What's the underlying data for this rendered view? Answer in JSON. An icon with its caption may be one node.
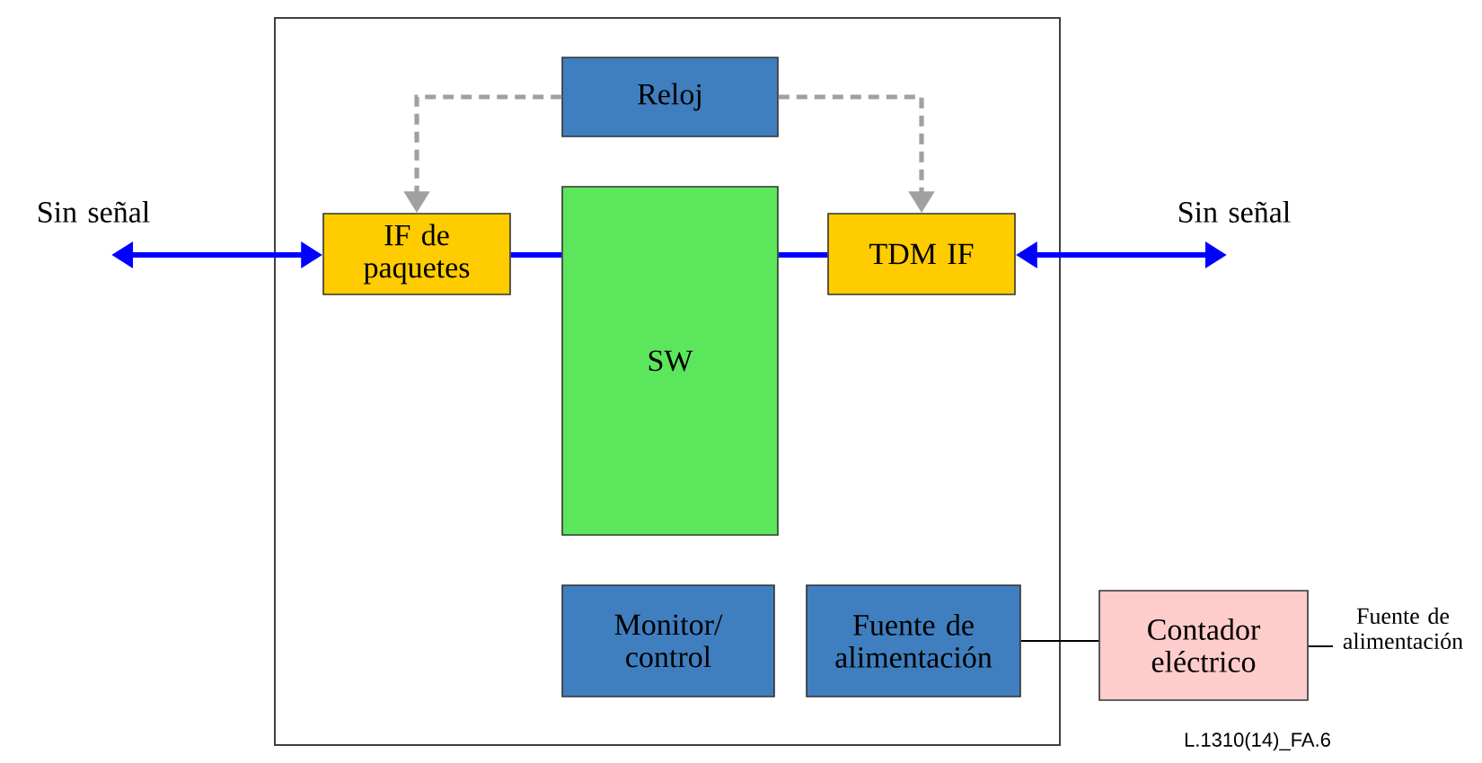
{
  "diagram": {
    "nodes": [
      {
        "text": [],
        "shape": "box"
      },
      {
        "text": [
          "Reloj"
        ],
        "in": 0
      },
      {
        "text": [
          "IF de paquetes"
        ],
        "in": 0
      },
      {
        "text": [
          "SW"
        ],
        "in": 0
      },
      {
        "text": [
          "TDM IF"
        ],
        "in": 0
      },
      {
        "text": [
          "Monitor/ control"
        ],
        "in": 0
      },
      {
        "text": [
          "Fuente de alimentación"
        ],
        "in": 0
      },
      {
        "text": [
          "Contador eléctrico"
        ]
      }
    ],
    "edges": [
      {
        "from": 1,
        "to": 2,
        "arrow": "to",
        "style": "dashed",
        "color": "#a0a0a0"
      },
      {
        "from": 1,
        "to": 4,
        "arrow": "to",
        "style": "dashed",
        "color": "#a0a0a0"
      },
      {
        "from": null,
        "to": 2,
        "arrow": "both",
        "label": "Sin señal"
      },
      {
        "from": 2,
        "to": 3,
        "arrow": "none"
      },
      {
        "from": 3,
        "to": 4,
        "arrow": "none"
      },
      {
        "from": 4,
        "to": null,
        "arrow": "both",
        "label": "Sin señal"
      },
      {
        "from": 6,
        "to": 7,
        "arrow": "none",
        "color": "#000000"
      },
      {
        "from": 7,
        "to": null,
        "arrow": "none",
        "color": "#000000",
        "label": "Fuente de alimentación"
      }
    ],
    "labels": [
      "L.1310(14)_FA.6"
    ]
  }
}
